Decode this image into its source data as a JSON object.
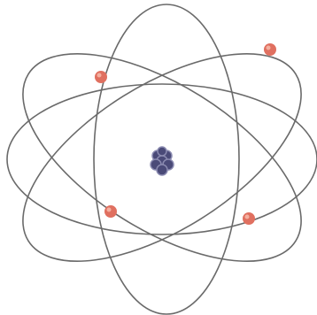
{
  "diagram": {
    "colors": {
      "background": "#ffffff",
      "orbit": "#6a6a6a",
      "nucleus_core": "#4a4a78",
      "nucleus_outline": "#8a8ab0",
      "electron_fill": "#e07060",
      "electron_highlight": "#f4b0a0"
    },
    "orbits": [
      {
        "name": "horizontal-orbit"
      },
      {
        "name": "vertical-orbit"
      },
      {
        "name": "diagonal-orbit-left"
      },
      {
        "name": "diagonal-orbit-right"
      }
    ],
    "electrons": [
      {
        "name": "electron-upper-left"
      },
      {
        "name": "electron-upper-right"
      },
      {
        "name": "electron-lower-left"
      },
      {
        "name": "electron-lower-right"
      }
    ],
    "nucleus": {
      "name": "nucleus"
    }
  }
}
